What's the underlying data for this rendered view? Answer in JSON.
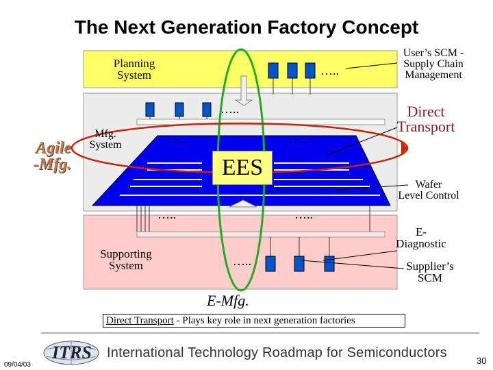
{
  "title": "The Next Generation Factory Concept",
  "labels": {
    "planning": "Planning\nSystem",
    "mfg": "Mfg.\nSystem",
    "supporting": "Supporting\nSystem",
    "ees": "EES",
    "agile": "Agile\n-Mfg.",
    "emfg": "E-Mfg.",
    "users_scm": "User’s SCM -\nSupply Chain\nManagement",
    "direct_transport": "Direct\nTransport",
    "wafer_level": "Wafer\nLevel Control",
    "ediag": "E-\nDiagnostic",
    "supplier_scm": "Supplier’s\nSCM",
    "dots": "…..",
    "caption_link": "Direct Transport",
    "caption_rest": " - Plays key role in next generation factories"
  },
  "footer": {
    "date": "09/04/03",
    "logo_text": "ITRS",
    "roadmap": "International Technology Roadmap for Semiconductors",
    "page": "30"
  },
  "colors": {
    "planning_fill": "#ffff66",
    "mfg_band": "#ececec",
    "floor_blue": "#0000ee",
    "support_fill": "#ffcccc",
    "node_blue": "#0055cc",
    "green_loop": "#22aa22",
    "red_loop": "#cc2200"
  }
}
